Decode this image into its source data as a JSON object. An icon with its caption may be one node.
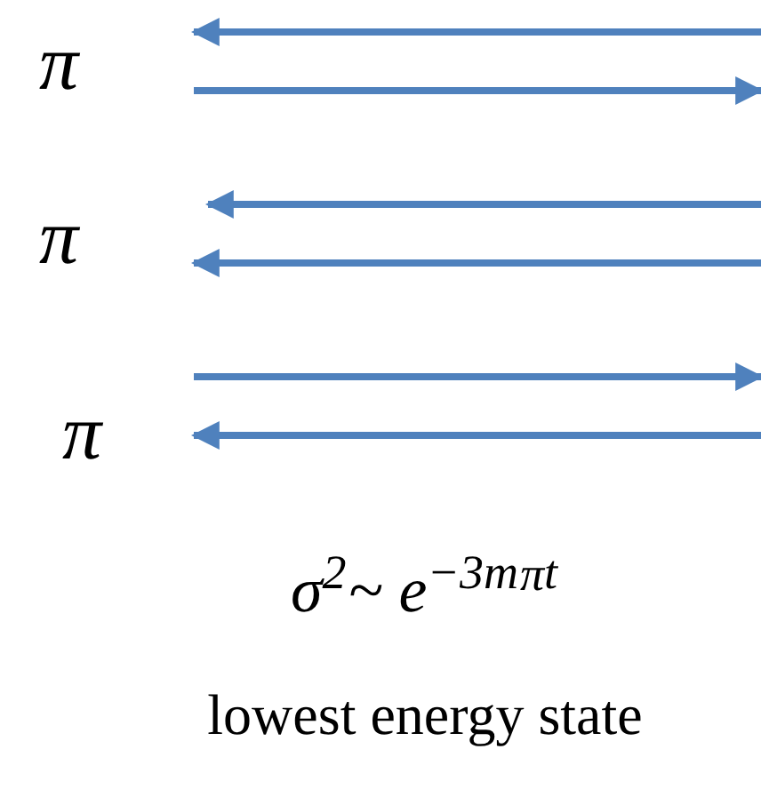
{
  "diagram": {
    "nodes": [
      {
        "text": [
          "π"
        ]
      },
      {
        "text": [
          "π"
        ]
      },
      {
        "text": [
          "π"
        ]
      }
    ],
    "edges": [
      {
        "from": null,
        "to": 0,
        "arrow": "to"
      },
      {
        "from": 0,
        "to": null,
        "arrow": "to"
      },
      {
        "from": null,
        "to": 1,
        "arrow": "to"
      },
      {
        "from": null,
        "to": 1,
        "arrow": "to"
      },
      {
        "from": 2,
        "to": null,
        "arrow": "to"
      },
      {
        "from": null,
        "to": 2,
        "arrow": "to"
      }
    ],
    "labels": [
      "σ$^{2}$~ e$^{−3m}$$_{π}$$^{t}$",
      "lowest energy state"
    ]
  }
}
